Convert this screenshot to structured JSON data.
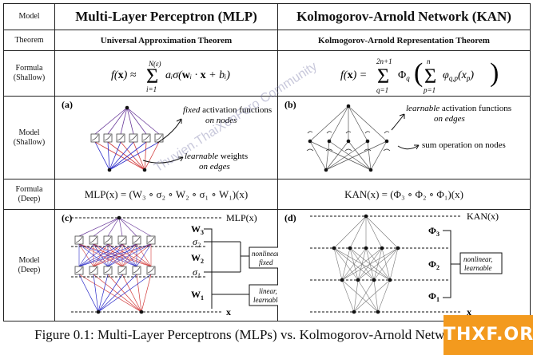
{
  "row_headers": {
    "model": "Model",
    "theorem": "Theorem",
    "formula_shallow": [
      "Formula",
      "(Shallow)"
    ],
    "model_shallow": [
      "Model",
      "(Shallow)"
    ],
    "formula_deep": [
      "Formula",
      "(Deep)"
    ],
    "model_deep": [
      "Model",
      "(Deep)"
    ]
  },
  "mlp": {
    "title": "Multi-Layer Perceptron (MLP)",
    "theorem": "Universal Approximation Theorem",
    "formula_shallow": "f(x) ≈ Σ aᵢσ(wᵢ · x + bᵢ)",
    "panel_a": "(a)",
    "fixed_word": "fixed",
    "fixed_rest": " activation functions",
    "on_nodes": "on nodes",
    "learnable_word": "learnable",
    "learnable_rest": " weights",
    "on_edges": "on edges",
    "formula_deep": "MLP(x) = (W₃ ∘ σ₂ ∘ W₂ ∘ σ₁ ∘ W₁)(x)",
    "panel_c": "(c)",
    "out_label": "MLP(x)",
    "in_label": "x",
    "W3": "W",
    "W3s": "3",
    "s2": "σ",
    "s2s": "2",
    "W2": "W",
    "W2s": "2",
    "s1": "σ",
    "s1s": "1",
    "W1": "W",
    "W1s": "1",
    "box_nonlinear": [
      "nonlinear,",
      "fixed"
    ],
    "box_linear": [
      "linear,",
      "learnable"
    ]
  },
  "kan": {
    "title": "Kolmogorov-Arnold Network (KAN)",
    "theorem": "Kolmogorov-Arnold Representation Theorem",
    "formula_shallow": "f(x) = Σ Φq( Σ φq,p(xp) )",
    "panel_b": "(b)",
    "learnable_word": "learnable",
    "learnable_rest": " activation functions",
    "on_edges": "on edges",
    "sum_op": "sum operation on nodes",
    "formula_deep": "KAN(x) = (Φ₃ ∘ Φ₂ ∘ Φ₁)(x)",
    "panel_d": "(d)",
    "out_label": "KAN(x)",
    "in_label": "x",
    "P3": "Φ",
    "P3s": "3",
    "P2": "Φ",
    "P2s": "2",
    "P1": "Φ",
    "P1s": "1",
    "box_nonlinear": [
      "nonlinear,",
      "learnable"
    ]
  },
  "caption": "Figure 0.1: Multi-Layer Perceptrons (MLPs) vs. Kolmogorov-Arnold Netwo   (KANs)",
  "watermark": "Thuvien.ThaiXenForo Community",
  "badge": "THXF.ORG",
  "colors": {
    "red": "#d23a3a",
    "blue": "#2a2ac8",
    "purple": "#6a3a9a",
    "node": "#111111",
    "badge": "#f39a1e"
  }
}
